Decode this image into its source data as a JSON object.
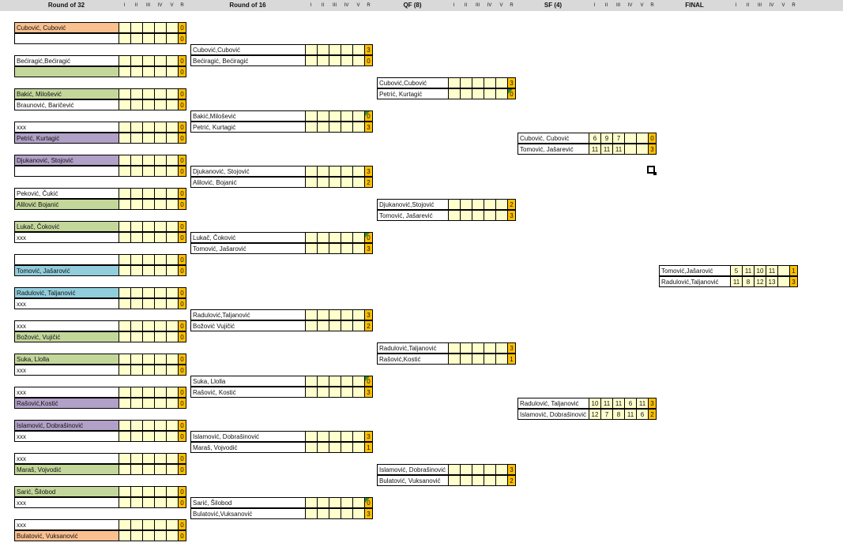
{
  "headers": [
    {
      "title": "Round of 32",
      "sets": [
        "I",
        "II",
        "III",
        "IV",
        "V",
        "R"
      ]
    },
    {
      "title": "Round of 16",
      "sets": [
        "I",
        "II",
        "III",
        "IV",
        "V",
        "R"
      ]
    },
    {
      "title": "QF (8)",
      "sets": [
        "I",
        "II",
        "III",
        "IV",
        "V",
        "R"
      ]
    },
    {
      "title": "SF (4)",
      "sets": [
        "I",
        "II",
        "III",
        "IV",
        "V",
        "R"
      ]
    },
    {
      "title": "FINAL",
      "sets": [
        "I",
        "II",
        "III",
        "IV",
        "V",
        "R"
      ]
    }
  ],
  "colors": {
    "header_bg": "#d9d9d9",
    "score_cell": "#ffffcc",
    "result_cell": "#ffc000",
    "orange": "#fac090",
    "green": "#c4d79b",
    "purple": "#b1a0c7",
    "blue": "#92cddc",
    "white": "#ffffff",
    "grid_line": "#000000",
    "flag": "#2e8b2e"
  },
  "rounds": [
    {
      "key": "r32",
      "matches": [
        {
          "rows": [
            {
              "name": "Cubović, Cubović",
              "fill": "orange",
              "sets": [
                "",
                "",
                "",
                "",
                ""
              ],
              "result": "0"
            },
            {
              "name": "",
              "fill": "white",
              "sets": [
                "",
                "",
                "",
                "",
                ""
              ],
              "result": "0"
            }
          ]
        },
        {
          "rows": [
            {
              "name": "Bećiragić,Bećiragić",
              "fill": "white",
              "sets": [
                "",
                "",
                "",
                "",
                ""
              ],
              "result": "0"
            },
            {
              "name": "",
              "fill": "green",
              "sets": [
                "",
                "",
                "",
                "",
                ""
              ],
              "result": "0"
            }
          ]
        },
        {
          "rows": [
            {
              "name": "Bakić, Milošević",
              "fill": "green",
              "sets": [
                "",
                "",
                "",
                "",
                ""
              ],
              "result": "0"
            },
            {
              "name": "Braunović, Baričević",
              "fill": "white",
              "sets": [
                "",
                "",
                "",
                "",
                ""
              ],
              "result": "0"
            }
          ]
        },
        {
          "rows": [
            {
              "name": "xxx",
              "fill": "white",
              "sets": [
                "",
                "",
                "",
                "",
                ""
              ],
              "result": "0"
            },
            {
              "name": "Petrić, Kurtagić",
              "fill": "purple",
              "sets": [
                "",
                "",
                "",
                "",
                ""
              ],
              "result": "0"
            }
          ]
        },
        {
          "rows": [
            {
              "name": "Djukanović, Stojović",
              "fill": "purple",
              "sets": [
                "",
                "",
                "",
                "",
                ""
              ],
              "result": "0"
            },
            {
              "name": "",
              "fill": "white",
              "sets": [
                "",
                "",
                "",
                "",
                ""
              ],
              "result": "0"
            }
          ]
        },
        {
          "rows": [
            {
              "name": "Peković, Čukić",
              "fill": "white",
              "sets": [
                "",
                "",
                "",
                "",
                ""
              ],
              "result": "0"
            },
            {
              "name": "Alilović Bojanić",
              "fill": "green",
              "sets": [
                "",
                "",
                "",
                "",
                ""
              ],
              "result": "0"
            }
          ]
        },
        {
          "rows": [
            {
              "name": "Lukač, Čoković",
              "fill": "green",
              "sets": [
                "",
                "",
                "",
                "",
                ""
              ],
              "result": "0"
            },
            {
              "name": "xxx",
              "fill": "white",
              "sets": [
                "",
                "",
                "",
                "",
                ""
              ],
              "result": "0"
            }
          ]
        },
        {
          "rows": [
            {
              "name": "",
              "fill": "white",
              "sets": [
                "",
                "",
                "",
                "",
                ""
              ],
              "result": "0"
            },
            {
              "name": "Tomović, Jašarović",
              "fill": "blue",
              "sets": [
                "",
                "",
                "",
                "",
                ""
              ],
              "result": "0"
            }
          ]
        },
        {
          "rows": [
            {
              "name": "Radulović, Taljanović",
              "fill": "blue",
              "sets": [
                "",
                "",
                "",
                "",
                ""
              ],
              "result": "0"
            },
            {
              "name": "xxx",
              "fill": "white",
              "sets": [
                "",
                "",
                "",
                "",
                ""
              ],
              "result": "0"
            }
          ]
        },
        {
          "rows": [
            {
              "name": "xxx",
              "fill": "white",
              "sets": [
                "",
                "",
                "",
                "",
                ""
              ],
              "result": "0"
            },
            {
              "name": "Božović, Vujičić",
              "fill": "green",
              "sets": [
                "",
                "",
                "",
                "",
                ""
              ],
              "result": "0"
            }
          ]
        },
        {
          "rows": [
            {
              "name": "Suka, Llolla",
              "fill": "green",
              "sets": [
                "",
                "",
                "",
                "",
                ""
              ],
              "result": "0"
            },
            {
              "name": "xxx",
              "fill": "white",
              "sets": [
                "",
                "",
                "",
                "",
                ""
              ],
              "result": "0"
            }
          ]
        },
        {
          "rows": [
            {
              "name": "xxx",
              "fill": "white",
              "sets": [
                "",
                "",
                "",
                "",
                ""
              ],
              "result": "0"
            },
            {
              "name": "Rašović,Kostić",
              "fill": "purple",
              "sets": [
                "",
                "",
                "",
                "",
                ""
              ],
              "result": "0"
            }
          ]
        },
        {
          "rows": [
            {
              "name": "Islamović, Dobrašinović",
              "fill": "purple",
              "sets": [
                "",
                "",
                "",
                "",
                ""
              ],
              "result": "0"
            },
            {
              "name": "xxx",
              "fill": "white",
              "sets": [
                "",
                "",
                "",
                "",
                ""
              ],
              "result": "0"
            }
          ]
        },
        {
          "rows": [
            {
              "name": "xxx",
              "fill": "white",
              "sets": [
                "",
                "",
                "",
                "",
                ""
              ],
              "result": "0"
            },
            {
              "name": "Maraš, Vojvodić",
              "fill": "green",
              "sets": [
                "",
                "",
                "",
                "",
                ""
              ],
              "result": "0"
            }
          ]
        },
        {
          "rows": [
            {
              "name": "Sarić, Šilobod",
              "fill": "green",
              "sets": [
                "",
                "",
                "",
                "",
                ""
              ],
              "result": "0"
            },
            {
              "name": "xxx",
              "fill": "white",
              "sets": [
                "",
                "",
                "",
                "",
                ""
              ],
              "result": "0"
            }
          ]
        },
        {
          "rows": [
            {
              "name": "xxx",
              "fill": "white",
              "sets": [
                "",
                "",
                "",
                "",
                ""
              ],
              "result": "0"
            },
            {
              "name": "Bulatović, Vuksanović",
              "fill": "orange",
              "sets": [
                "",
                "",
                "",
                "",
                ""
              ],
              "result": "0"
            }
          ]
        }
      ]
    },
    {
      "key": "r16",
      "matches": [
        {
          "rows": [
            {
              "name": "Cubović,Cubović",
              "fill": "white",
              "sets": [
                "",
                "",
                "",
                "",
                ""
              ],
              "result": "3"
            },
            {
              "name": "Bećiragić, Bećiragić",
              "fill": "white",
              "sets": [
                "",
                "",
                "",
                "",
                ""
              ],
              "result": "0"
            }
          ]
        },
        {
          "rows": [
            {
              "name": "Bakić,Milošević",
              "fill": "white",
              "sets": [
                "",
                "",
                "",
                "",
                ""
              ],
              "result": "0",
              "flag": true
            },
            {
              "name": "Petrić, Kurtagić",
              "fill": "white",
              "sets": [
                "",
                "",
                "",
                "",
                ""
              ],
              "result": "3"
            }
          ]
        },
        {
          "rows": [
            {
              "name": "Djukanović, Stojović",
              "fill": "white",
              "sets": [
                "",
                "",
                "",
                "",
                ""
              ],
              "result": "3"
            },
            {
              "name": "Alilović, Bojanić",
              "fill": "white",
              "sets": [
                "",
                "",
                "",
                "",
                ""
              ],
              "result": "2"
            }
          ]
        },
        {
          "rows": [
            {
              "name": "Lukač, Čoković",
              "fill": "white",
              "sets": [
                "",
                "",
                "",
                "",
                ""
              ],
              "result": "0",
              "flag": true
            },
            {
              "name": "Tomović, Jašarović",
              "fill": "white",
              "sets": [
                "",
                "",
                "",
                "",
                ""
              ],
              "result": "3"
            }
          ]
        },
        {
          "rows": [
            {
              "name": "Radulović,Taljanović",
              "fill": "white",
              "sets": [
                "",
                "",
                "",
                "",
                ""
              ],
              "result": "3"
            },
            {
              "name": "Božović Vujičić",
              "fill": "white",
              "sets": [
                "",
                "",
                "",
                "",
                ""
              ],
              "result": "2"
            }
          ]
        },
        {
          "rows": [
            {
              "name": "Suka, Llolla",
              "fill": "white",
              "sets": [
                "",
                "",
                "",
                "",
                ""
              ],
              "result": "0",
              "flag": true
            },
            {
              "name": "Rašović,  Kostić",
              "fill": "white",
              "sets": [
                "",
                "",
                "",
                "",
                ""
              ],
              "result": "3"
            }
          ]
        },
        {
          "rows": [
            {
              "name": "Islamović, Dobrašinović",
              "fill": "white",
              "sets": [
                "",
                "",
                "",
                "",
                ""
              ],
              "result": "3"
            },
            {
              "name": "Maraš, Vojvodić",
              "fill": "white",
              "sets": [
                "",
                "",
                "",
                "",
                ""
              ],
              "result": "1"
            }
          ]
        },
        {
          "rows": [
            {
              "name": "Sarić, Šilobod",
              "fill": "white",
              "sets": [
                "",
                "",
                "",
                "",
                ""
              ],
              "result": "0",
              "flag": true
            },
            {
              "name": "Bulatović,Vuksanović",
              "fill": "white",
              "sets": [
                "",
                "",
                "",
                "",
                ""
              ],
              "result": "3"
            }
          ]
        }
      ]
    },
    {
      "key": "qf",
      "matches": [
        {
          "rows": [
            {
              "name": "Cubović,Cubović",
              "fill": "white",
              "sets": [
                "",
                "",
                "",
                "",
                ""
              ],
              "result": "3"
            },
            {
              "name": "Petrić,  Kurtagić",
              "fill": "white",
              "sets": [
                "",
                "",
                "",
                "",
                ""
              ],
              "result": "0",
              "flag": true
            }
          ]
        },
        {
          "rows": [
            {
              "name": "Djukanović,Stojović",
              "fill": "white",
              "sets": [
                "",
                "",
                "",
                "",
                ""
              ],
              "result": "2"
            },
            {
              "name": "Tomović, Jašarević",
              "fill": "white",
              "sets": [
                "",
                "",
                "",
                "",
                ""
              ],
              "result": "3"
            }
          ]
        },
        {
          "rows": [
            {
              "name": "Radulović,Taljanović",
              "fill": "white",
              "sets": [
                "",
                "",
                "",
                "",
                ""
              ],
              "result": "3"
            },
            {
              "name": "Rašović,Kostić",
              "fill": "white",
              "sets": [
                "",
                "",
                "",
                "",
                ""
              ],
              "result": "1"
            }
          ]
        },
        {
          "rows": [
            {
              "name": "Islamović,  Dobrašinović",
              "fill": "white",
              "sets": [
                "",
                "",
                "",
                "",
                ""
              ],
              "result": "3"
            },
            {
              "name": "Bulatović, Vuksanović",
              "fill": "white",
              "sets": [
                "",
                "",
                "",
                "",
                ""
              ],
              "result": "2"
            }
          ]
        }
      ]
    },
    {
      "key": "sf",
      "matches": [
        {
          "rows": [
            {
              "name": "Cubović, Cubović",
              "fill": "white",
              "sets": [
                "6",
                "9",
                "7",
                "",
                ""
              ],
              "result": "0"
            },
            {
              "name": "Tomović, Jašarević",
              "fill": "white",
              "sets": [
                "11",
                "11",
                "11",
                "",
                ""
              ],
              "result": "3"
            }
          ]
        },
        {
          "rows": [
            {
              "name": "Radulović, Taljanović",
              "fill": "white",
              "sets": [
                "10",
                "11",
                "11",
                "6",
                "11"
              ],
              "result": "3"
            },
            {
              "name": "Islamović,  Dobrašinović",
              "fill": "white",
              "sets": [
                "12",
                "7",
                "8",
                "11",
                "6"
              ],
              "result": "2"
            }
          ]
        }
      ]
    },
    {
      "key": "final",
      "matches": [
        {
          "rows": [
            {
              "name": "Tomović,Jašarović",
              "fill": "white",
              "sets": [
                "5",
                "11",
                "10",
                "11",
                ""
              ],
              "result": "1"
            },
            {
              "name": "Radulović,Taljanović",
              "fill": "white",
              "sets": [
                "11",
                "8",
                "12",
                "13",
                ""
              ],
              "result": "3"
            }
          ]
        }
      ]
    }
  ]
}
